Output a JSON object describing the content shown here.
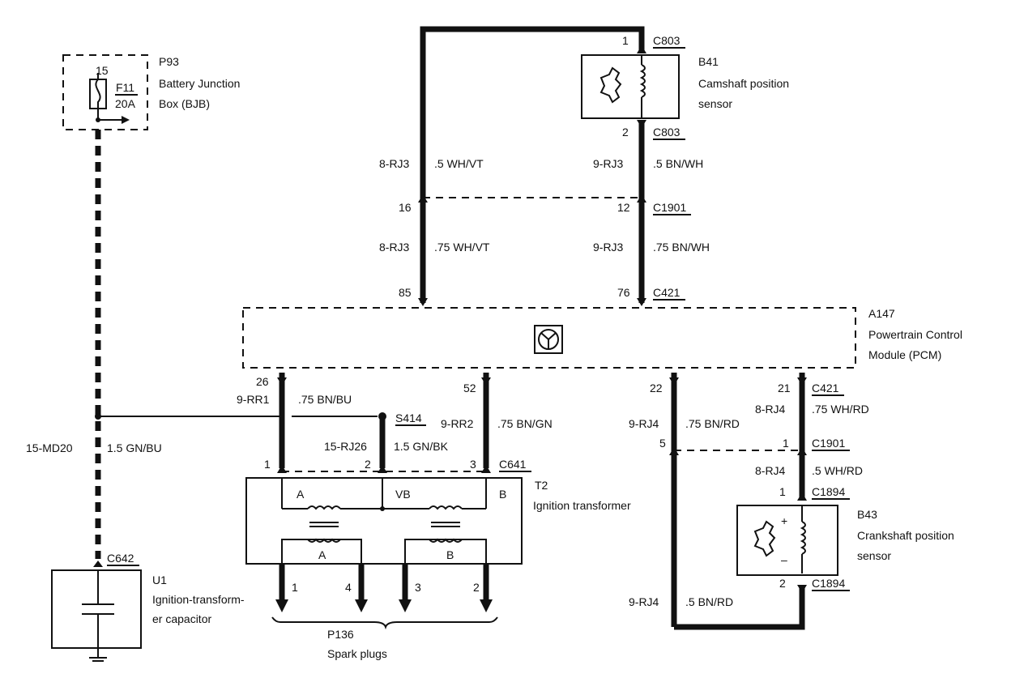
{
  "components": {
    "p93": {
      "ref": "P93",
      "line1": "Battery Junction",
      "line2": "Box (BJB)",
      "pin": "15",
      "fuse": "F11",
      "rating": "20A"
    },
    "b41": {
      "ref": "B41",
      "line1": "Camshaft position",
      "line2": "sensor"
    },
    "a147": {
      "ref": "A147",
      "line1": "Powertrain Control",
      "line2": "Module (PCM)"
    },
    "t2": {
      "ref": "T2",
      "line1": "Ignition transformer",
      "coil_a": "A",
      "coil_b": "B",
      "vb": "VB",
      "sec_a": "A",
      "sec_b": "B"
    },
    "b43": {
      "ref": "B43",
      "line1": "Crankshaft position",
      "line2": "sensor",
      "plus": "+",
      "minus": "–"
    },
    "u1": {
      "ref": "U1",
      "line1": "Ignition-transform-",
      "line2": "er capacitor"
    },
    "p136": {
      "ref": "P136",
      "line1": "Spark plugs"
    }
  },
  "connectors": {
    "c803_top": "C803",
    "c803_bot": "C803",
    "c1901_top": "C1901",
    "c421_top": "C421",
    "c421_right": "C421",
    "c1901_right": "C1901",
    "c1894_top": "C1894",
    "c1894_bot": "C1894",
    "c641": "C641",
    "c642": "C642",
    "s414": "S414"
  },
  "pins": {
    "b41_1": "1",
    "b41_2": "2",
    "c1901_16": "16",
    "c1901_12": "12",
    "pcm_85": "85",
    "pcm_76": "76",
    "pcm_26": "26",
    "pcm_52": "52",
    "pcm_22": "22",
    "pcm_21": "21",
    "c1901_5": "5",
    "c1901_1": "1",
    "b43_1": "1",
    "b43_2": "2",
    "t2_1": "1",
    "t2_2": "2",
    "t2_3": "3",
    "plug_1": "1",
    "plug_4": "4",
    "plug_3": "3",
    "plug_2": "2"
  },
  "wires": {
    "w1_circuit": "8-RJ3",
    "w1_spec": ".5 WH/VT",
    "w2_circuit": "9-RJ3",
    "w2_spec": ".5 BN/WH",
    "w3_circuit": "8-RJ3",
    "w3_spec": ".75 WH/VT",
    "w4_circuit": "9-RJ3",
    "w4_spec": ".75 BN/WH",
    "w5_circuit": "9-RR1",
    "w5_spec": ".75 BN/BU",
    "w6_circuit": "9-RR2",
    "w6_spec": ".75 BN/GN",
    "w7_circuit": "15-RJ26",
    "w7_spec": "1.5 GN/BK",
    "w8_circuit": "9-RJ4",
    "w8_spec": ".75 BN/RD",
    "w9_circuit": "8-RJ4",
    "w9_spec": ".75 WH/RD",
    "w10_circuit": "8-RJ4",
    "w10_spec": ".5 WH/RD",
    "w11_circuit": "9-RJ4",
    "w11_spec": ".5 BN/RD",
    "w12_circuit": "15-MD20",
    "w12_spec": "1.5 GN/BU"
  },
  "icons": [
    "fuse-icon",
    "sensor-symbol-icon",
    "pcm-steering-icon",
    "coil-icon",
    "capacitor-icon",
    "ground-icon",
    "spark-plug-arrow-icon"
  ],
  "colors": {
    "ink": "#111111",
    "paper": "#ffffff"
  }
}
